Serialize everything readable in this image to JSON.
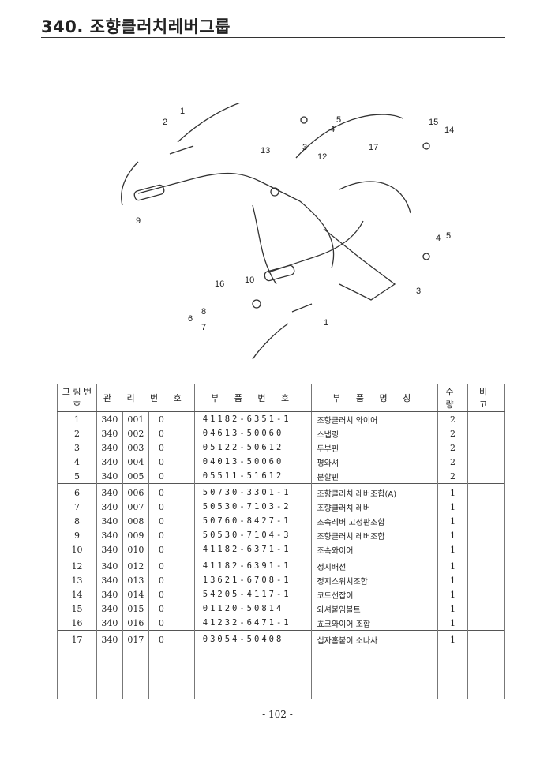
{
  "header": {
    "title": "340. 조향클러치레버그룹"
  },
  "diagram": {
    "callouts": [
      "1",
      "2",
      "9",
      "13",
      "12",
      "17",
      "5",
      "4",
      "3",
      "15",
      "14",
      "16",
      "10",
      "6",
      "8",
      "7",
      "4",
      "5",
      "3",
      "1"
    ]
  },
  "table": {
    "headers": {
      "fig_no": "그 림 번 호",
      "mgmt_no": "관 리 번 호",
      "part_no": "부 품 번 호",
      "part_name": "부 품 명 칭",
      "qty": "수 량",
      "remarks": "비 고"
    },
    "groups": [
      [
        {
          "fig": "1",
          "m1": "340",
          "m2": "001",
          "m3": "0",
          "part_no": "41182-6351-1",
          "name": "조향클러치 와이어",
          "qty": "2"
        },
        {
          "fig": "2",
          "m1": "340",
          "m2": "002",
          "m3": "0",
          "part_no": "04613-50060",
          "name": "스냅링",
          "qty": "2"
        },
        {
          "fig": "3",
          "m1": "340",
          "m2": "003",
          "m3": "0",
          "part_no": "05122-50612",
          "name": "두부핀",
          "qty": "2"
        },
        {
          "fig": "4",
          "m1": "340",
          "m2": "004",
          "m3": "0",
          "part_no": "04013-50060",
          "name": "평와셔",
          "qty": "2"
        },
        {
          "fig": "5",
          "m1": "340",
          "m2": "005",
          "m3": "0",
          "part_no": "05511-51612",
          "name": "분할핀",
          "qty": "2"
        }
      ],
      [
        {
          "fig": "6",
          "m1": "340",
          "m2": "006",
          "m3": "0",
          "part_no": "50730-3301-1",
          "name": "조향클러치 레버조합(A)",
          "qty": "1"
        },
        {
          "fig": "7",
          "m1": "340",
          "m2": "007",
          "m3": "0",
          "part_no": "50530-7103-2",
          "name": "조향클러치 레버",
          "qty": "1"
        },
        {
          "fig": "8",
          "m1": "340",
          "m2": "008",
          "m3": "0",
          "part_no": "50760-8427-1",
          "name": "조속레버 고정판조합",
          "qty": "1"
        },
        {
          "fig": "9",
          "m1": "340",
          "m2": "009",
          "m3": "0",
          "part_no": "50530-7104-3",
          "name": "조향클러치 레버조합",
          "qty": "1"
        },
        {
          "fig": "10",
          "m1": "340",
          "m2": "010",
          "m3": "0",
          "part_no": "41182-6371-1",
          "name": "조속와이어",
          "qty": "1"
        }
      ],
      [
        {
          "fig": "12",
          "m1": "340",
          "m2": "012",
          "m3": "0",
          "part_no": "41182-6391-1",
          "name": "정지배선",
          "qty": "1"
        },
        {
          "fig": "13",
          "m1": "340",
          "m2": "013",
          "m3": "0",
          "part_no": "13621-6708-1",
          "name": "정지스위치조합",
          "qty": "1"
        },
        {
          "fig": "14",
          "m1": "340",
          "m2": "014",
          "m3": "0",
          "part_no": "54205-4117-1",
          "name": "코드선잡이",
          "qty": "1"
        },
        {
          "fig": "15",
          "m1": "340",
          "m2": "015",
          "m3": "0",
          "part_no": "01120-50814",
          "name": "와셔붙임볼트",
          "qty": "1"
        },
        {
          "fig": "16",
          "m1": "340",
          "m2": "016",
          "m3": "0",
          "part_no": "41232-6471-1",
          "name": "쵸크와이어 조합",
          "qty": "1"
        }
      ],
      [
        {
          "fig": "17",
          "m1": "340",
          "m2": "017",
          "m3": "0",
          "part_no": "03054-50408",
          "name": "십자홈붙이 소나사",
          "qty": "1"
        }
      ]
    ]
  },
  "footer": {
    "page": "- 102 -"
  }
}
